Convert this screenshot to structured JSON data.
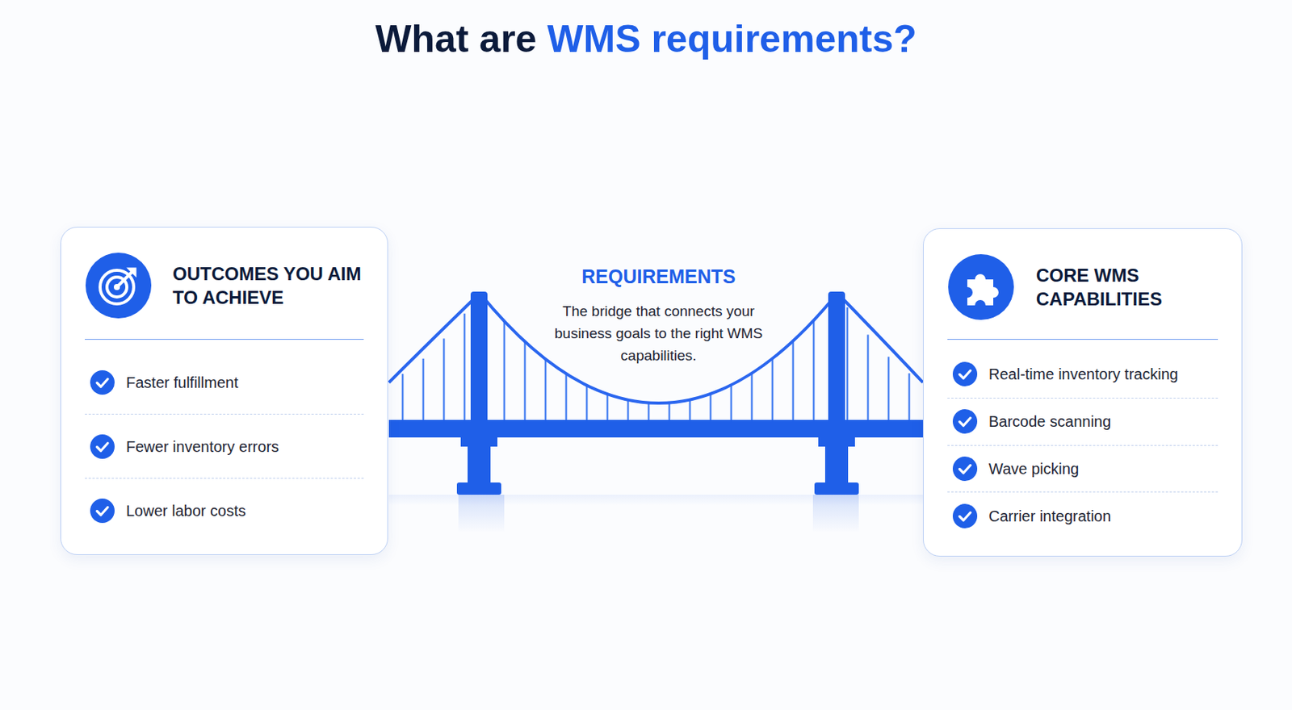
{
  "diagram": {
    "title": "What are WMS requirements?",
    "nodes": [
      {
        "text": [
          "OUTCOMES YOU AIM TO ACHIEVE",
          "Faster fulfillment",
          "Fewer inventory errors",
          "Lower labor costs"
        ]
      },
      {
        "text": [
          "CORE WMS CAPABILITIES",
          "Real-time inventory tracking",
          "Barcode scanning",
          "Wave picking",
          "Carrier integration"
        ]
      }
    ],
    "labels": [
      "REQUIREMENTS",
      "The bridge that connects your business goals to the right WMS capabilities."
    ]
  }
}
